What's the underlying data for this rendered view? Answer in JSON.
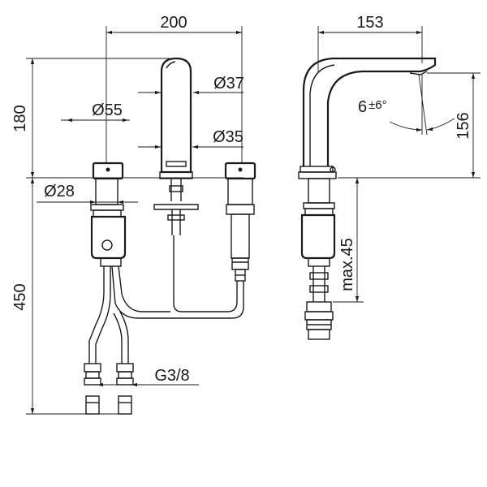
{
  "dimensions": {
    "top_width": "200",
    "spout_diameter": "Ø37",
    "handle_diameter": "Ø55",
    "body_diameter": "Ø35",
    "shank_diameter": "Ø28",
    "overall_height_above": "180",
    "hose_length": "450",
    "connection_thread": "G3/8",
    "side_projection": "153",
    "spout_height": "156",
    "max_deck_thickness": "max.45"
  },
  "tilt_angle": {
    "value": "6",
    "tolerance": "±6°"
  },
  "colors": {
    "line": "#1a1a1a",
    "background": "#ffffff"
  }
}
